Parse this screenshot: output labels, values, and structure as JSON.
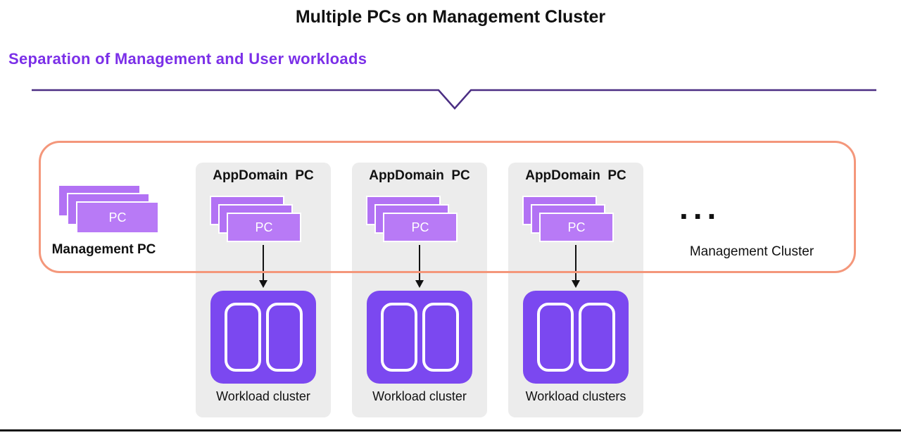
{
  "title": "Multiple PCs on Management Cluster",
  "subtitle": "Separation of Management and User workloads",
  "colors": {
    "accent_purple": "#7B2FE8",
    "divider_purple": "#4B2E83",
    "pc_card_purple": "#B272F4",
    "cluster_purple": "#7B48F0",
    "orange_border": "#F4977B",
    "panel_gray": "#ECECEC"
  },
  "management": {
    "card_label": "PC",
    "label": "Management PC"
  },
  "groups": [
    {
      "heading": "AppDomain  PC",
      "card_label": "PC",
      "cluster_label": "Workload cluster"
    },
    {
      "heading": "AppDomain  PC",
      "card_label": "PC",
      "cluster_label": "Workload cluster"
    },
    {
      "heading": "AppDomain  PC",
      "card_label": "PC",
      "cluster_label": "Workload clusters"
    }
  ],
  "ellipsis": "...",
  "management_cluster_label": "Management Cluster"
}
